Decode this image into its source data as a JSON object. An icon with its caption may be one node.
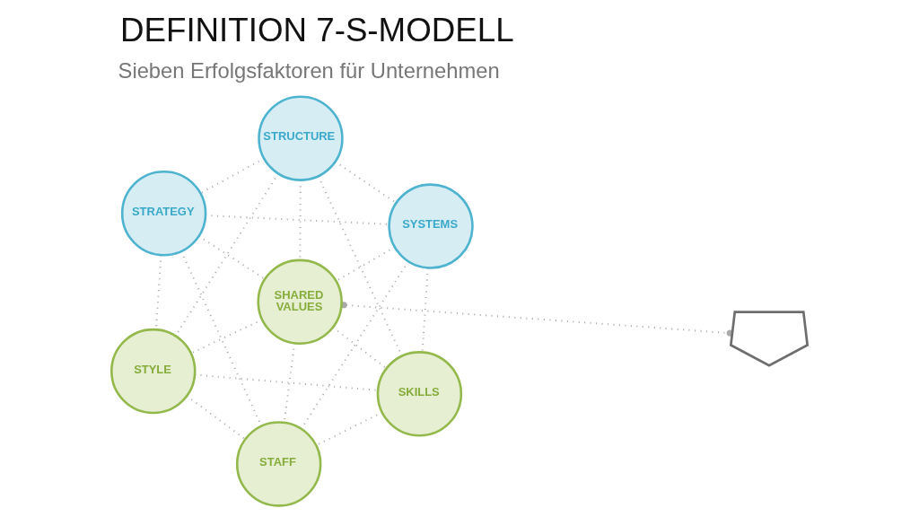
{
  "diagram": {
    "title": "DEFINITION 7-S-MODELL",
    "nodes": [
      {
        "text": [
          "STRUCTURE"
        ]
      },
      {
        "text": [
          "STRATEGY"
        ]
      },
      {
        "text": [
          "SYSTEMS"
        ]
      },
      {
        "text": [
          "SHARED VALUES"
        ]
      },
      {
        "text": [],
        "shape": "picture"
      },
      {
        "text": [
          "STYLE"
        ]
      },
      {
        "text": [
          "SKILLS"
        ]
      },
      {
        "text": [
          "STAFF"
        ]
      }
    ],
    "edges": [
      {
        "from": 0,
        "to": 1,
        "arrow": "none"
      },
      {
        "from": 0,
        "to": 2,
        "arrow": "none"
      },
      {
        "from": 0,
        "to": 3,
        "arrow": "none"
      },
      {
        "from": 0,
        "to": 5,
        "arrow": "none"
      },
      {
        "from": 0,
        "to": 6,
        "arrow": "none"
      },
      {
        "from": 1,
        "to": 2,
        "arrow": "none"
      },
      {
        "from": 1,
        "to": 3,
        "arrow": "none"
      },
      {
        "from": 1,
        "to": 5,
        "arrow": "none"
      },
      {
        "from": 1,
        "to": 7,
        "arrow": "none"
      },
      {
        "from": 2,
        "to": 3,
        "arrow": "none"
      },
      {
        "from": 2,
        "to": 6,
        "arrow": "none"
      },
      {
        "from": 2,
        "to": 7,
        "arrow": "none"
      },
      {
        "from": 3,
        "to": 4,
        "arrow": "other"
      },
      {
        "from": 3,
        "to": 5,
        "arrow": "none"
      },
      {
        "from": 3,
        "to": 6,
        "arrow": "none"
      },
      {
        "from": 3,
        "to": 7,
        "arrow": "none"
      },
      {
        "from": 5,
        "to": 6,
        "arrow": "none"
      },
      {
        "from": 5,
        "to": 7,
        "arrow": "none"
      },
      {
        "from": 6,
        "to": 7,
        "arrow": "none"
      }
    ],
    "labels": [
      "Sieben Erfolgsfaktoren für Unternehmen"
    ]
  }
}
